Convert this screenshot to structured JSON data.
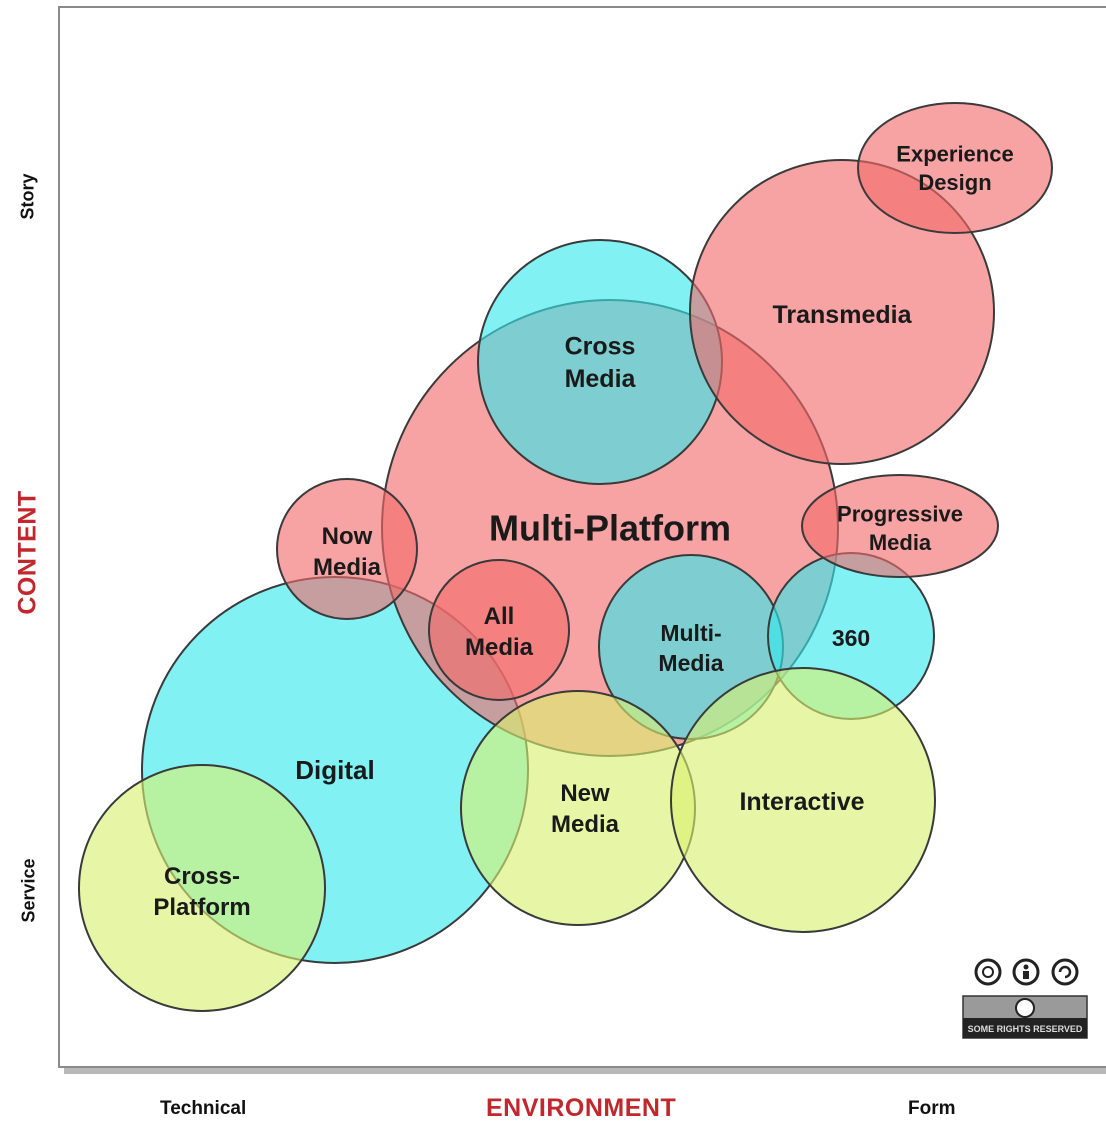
{
  "axes": {
    "y_title": "CONTENT",
    "y_top": "Story",
    "y_bottom": "Service",
    "x_title": "ENVIRONMENT",
    "x_left": "Technical",
    "x_right": "Form"
  },
  "colors": {
    "axis_title": "#c0282d",
    "red_fill": "#f26b6b",
    "cyan_fill": "#33e8ee",
    "yellow_fill": "#d8f070",
    "outline": "#3a3a3a"
  },
  "license": {
    "badge_text": "SOME RIGHTS RESERVED",
    "icons": [
      "cc-icon",
      "by-icon",
      "sa-icon"
    ]
  },
  "circles": [
    {
      "id": "digital",
      "label": [
        "Digital"
      ],
      "fill": "cyan"
    },
    {
      "id": "multi-platform",
      "label": [
        "Multi-Platform"
      ],
      "fill": "red"
    },
    {
      "id": "cross-media",
      "label": [
        "Cross",
        "Media"
      ],
      "fill": "cyan"
    },
    {
      "id": "transmedia",
      "label": [
        "Transmedia"
      ],
      "fill": "red"
    },
    {
      "id": "experience-design",
      "label": [
        "Experience",
        "Design"
      ],
      "fill": "red"
    },
    {
      "id": "now-media",
      "label": [
        "Now",
        "Media"
      ],
      "fill": "red"
    },
    {
      "id": "all-media",
      "label": [
        "All",
        "Media"
      ],
      "fill": "red"
    },
    {
      "id": "multi-media",
      "label": [
        "Multi-",
        "Media"
      ],
      "fill": "cyan"
    },
    {
      "id": "360",
      "label": [
        "360"
      ],
      "fill": "cyan"
    },
    {
      "id": "progressive-media",
      "label": [
        "Progressive",
        "Media"
      ],
      "fill": "red"
    },
    {
      "id": "new-media",
      "label": [
        "New",
        "Media"
      ],
      "fill": "yellow"
    },
    {
      "id": "interactive",
      "label": [
        "Interactive"
      ],
      "fill": "yellow"
    },
    {
      "id": "cross-platform",
      "label": [
        "Cross-",
        "Platform"
      ],
      "fill": "yellow"
    }
  ]
}
